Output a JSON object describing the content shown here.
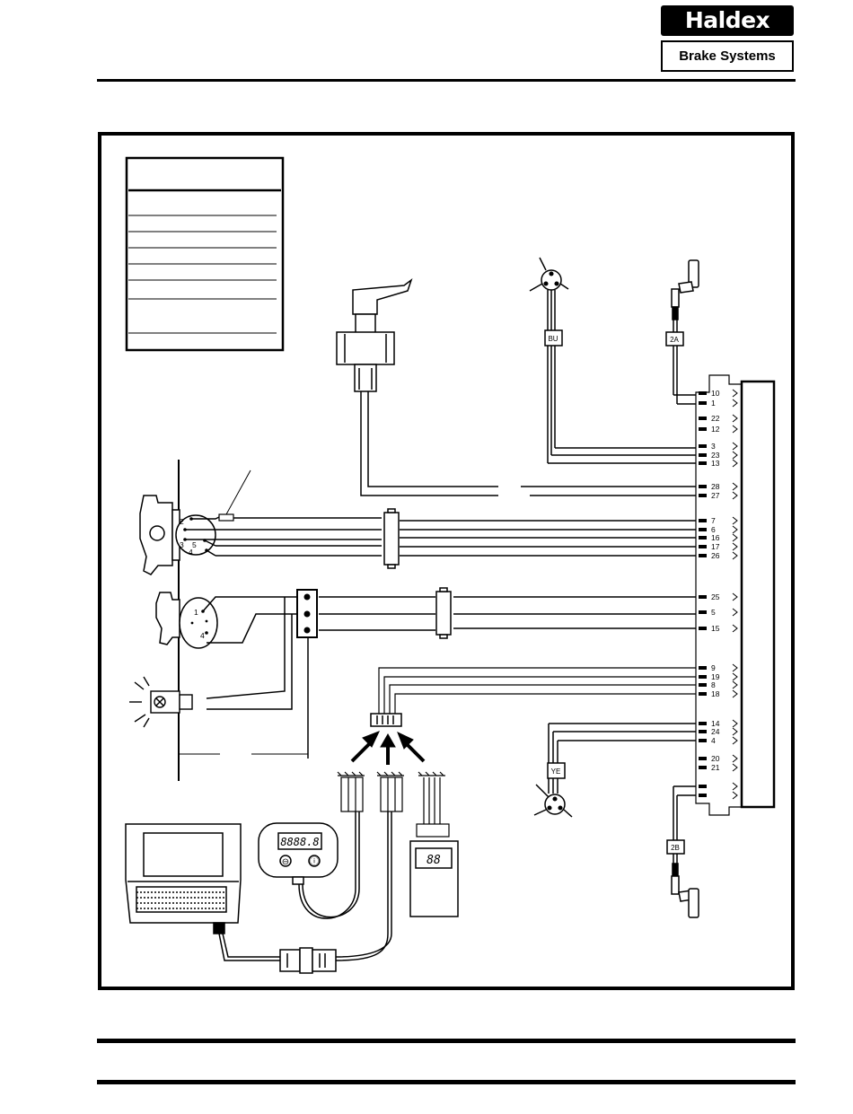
{
  "header": {
    "brand": "Haldex",
    "subtitle": "Brake Systems"
  },
  "diagram": {
    "tags": {
      "bu": "BU",
      "ye": "YE",
      "sensor_a": "2A",
      "sensor_b": "2B"
    },
    "ecu_pins": [
      "10",
      "1",
      "22",
      "12",
      "3",
      "23",
      "13",
      "28",
      "27",
      "7",
      "6",
      "16",
      "17",
      "26",
      "25",
      "5",
      "15",
      "9",
      "19",
      "8",
      "18",
      "14",
      "24",
      "4",
      "20",
      "21"
    ],
    "socket_pins": {
      "p1": "1",
      "p2": "2",
      "p3": "3",
      "p4": "4",
      "p5": "5"
    },
    "lamp_socket_pins": {
      "p1": "1",
      "p4": "4"
    },
    "meter_display": "8888.8",
    "meter_buttons": {
      "minus": "⊖",
      "info": "ⓘ"
    },
    "code_display": "88"
  }
}
